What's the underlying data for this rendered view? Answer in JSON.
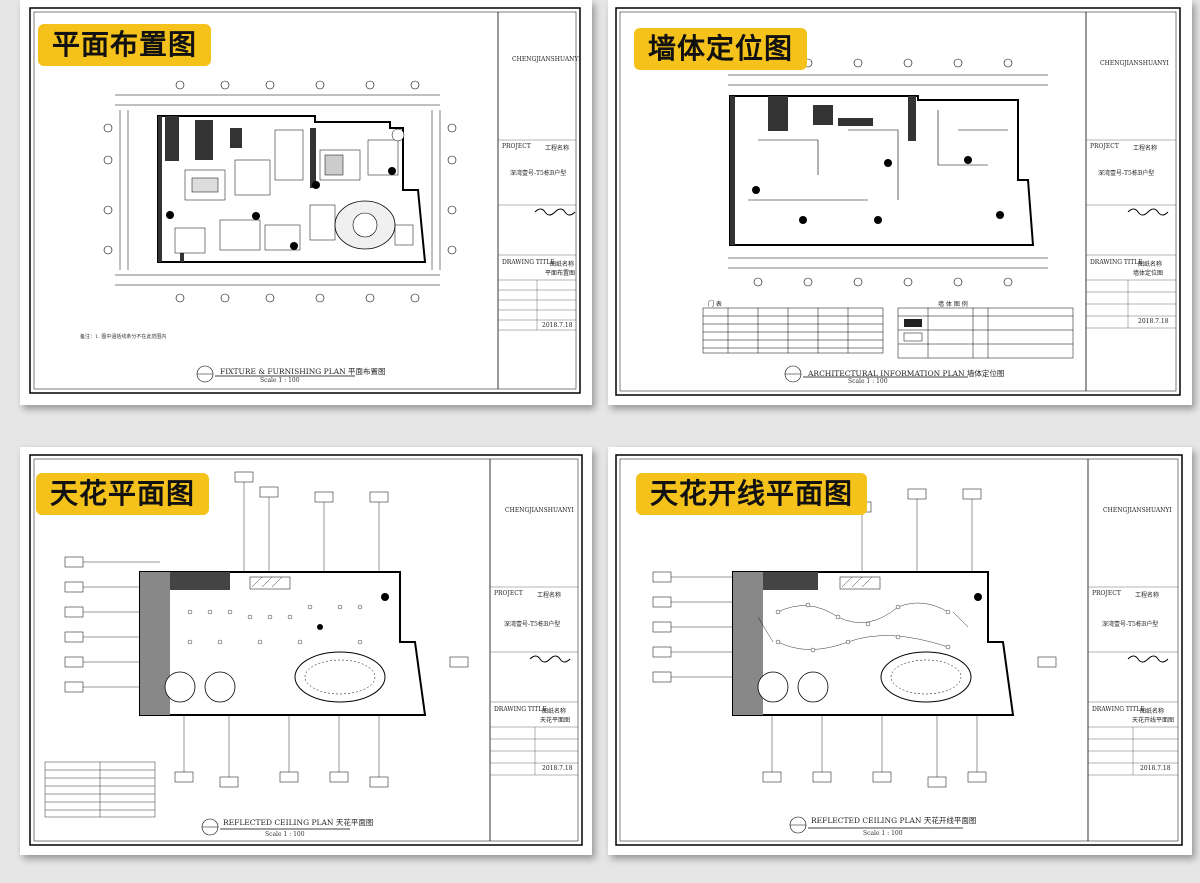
{
  "accent_color": "#f5c21b",
  "sheets": [
    {
      "badge": "平面布置图",
      "caption": "FIXTURE & FURNISHING PLAN  平面布置图",
      "scale": "Scale 1 : 100",
      "title_cn": "平面布置图",
      "note": "备注：1. 图中涵括线条分不在此范围内"
    },
    {
      "badge": "墙体定位图",
      "caption": "ARCHITECTURAL INFORMATION PLAN   墙体定位图",
      "scale": "Scale 1 : 100",
      "title_cn": "墙体定位图",
      "legend_door": "门 表",
      "legend_wall": "墙 体 图 例"
    },
    {
      "badge": "天花平面图",
      "caption": "REFLECTED CEILING PLAN   天花平面图",
      "scale": "Scale 1 : 100",
      "title_cn": "天花平面图"
    },
    {
      "badge": "天花开线平面图",
      "caption": "REFLECTED CEILING PLAN   天花开线平面图",
      "scale": "Scale 1 : 100",
      "title_cn": "天花开线平面图"
    }
  ],
  "title_block": {
    "company_en": "CHENGJIANSHUANYI",
    "project_label": "PROJECT",
    "project_label_cn": "工程名称",
    "project_name": "深湾壹号-T5栋B户型",
    "drawing_title_label": "DRAWING TITLE",
    "drawing_title_label_cn": "图纸名称",
    "date": "2018.7.18"
  }
}
